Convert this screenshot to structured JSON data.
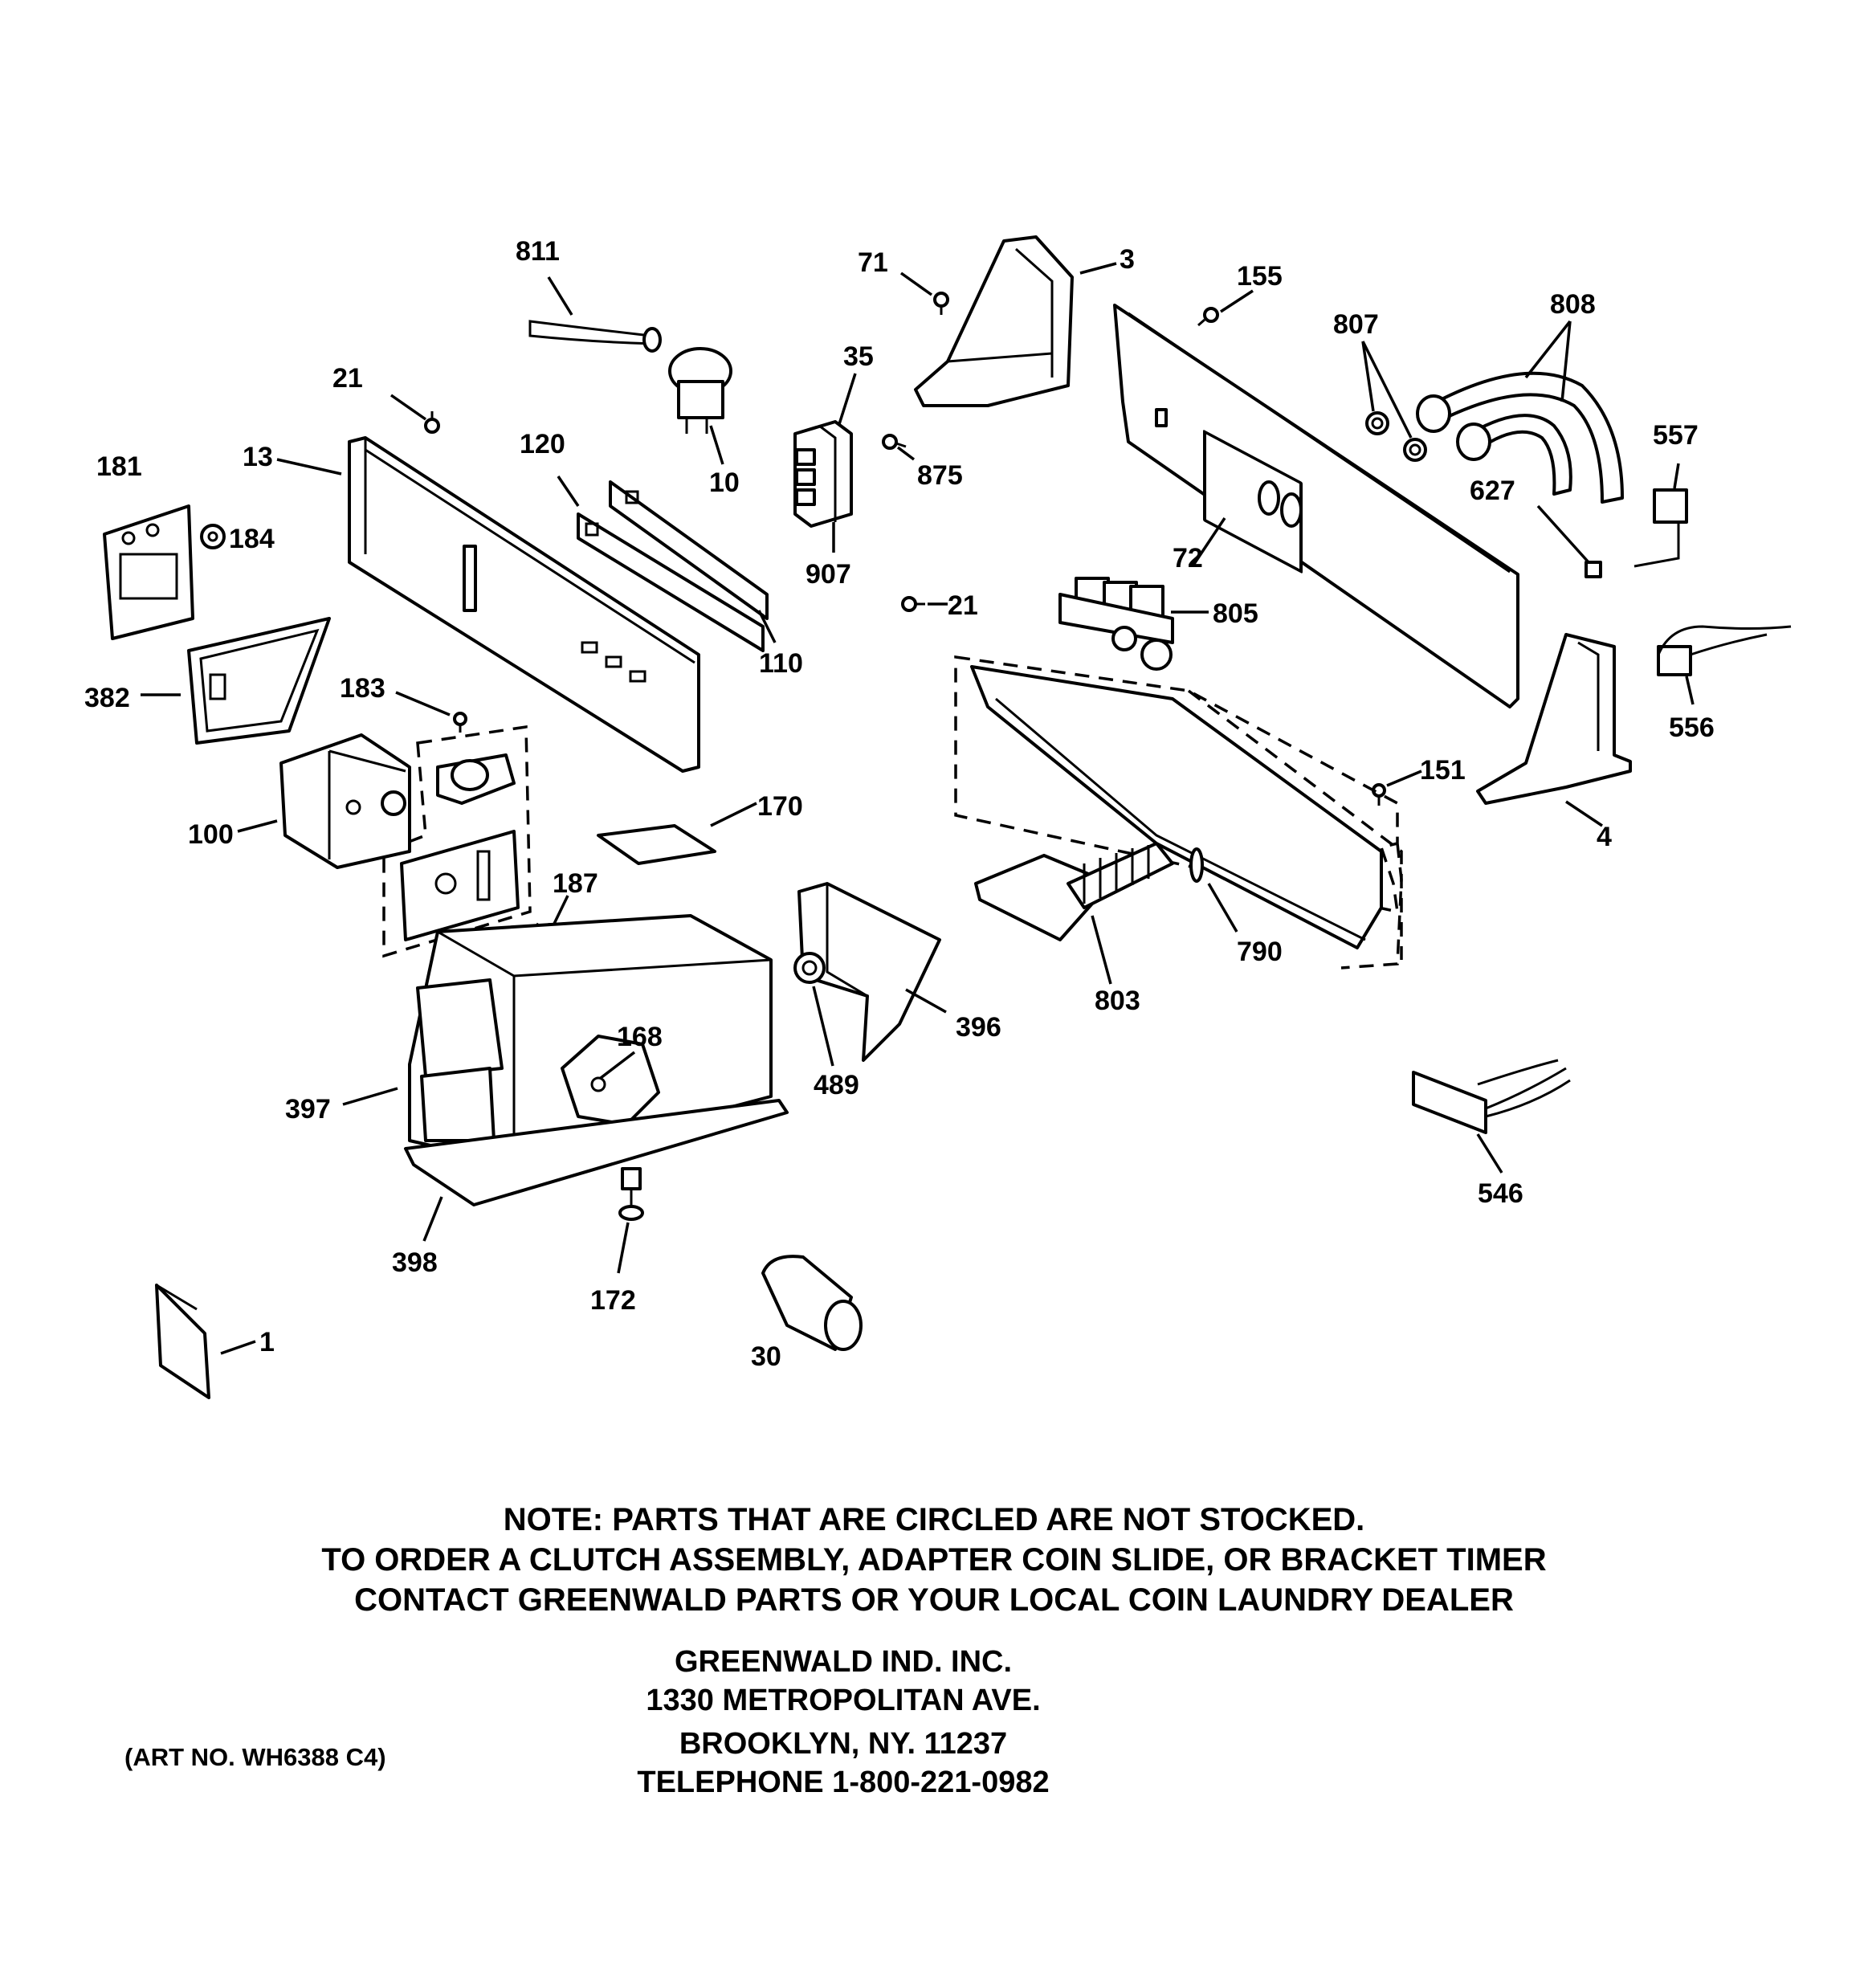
{
  "labels": {
    "p811": "811",
    "p71": "71",
    "p3": "3",
    "p155": "155",
    "p807": "807",
    "p808": "808",
    "p21a": "21",
    "p35": "35",
    "p557": "557",
    "p181": "181",
    "p13": "13",
    "p120": "120",
    "p10": "10",
    "p875": "875",
    "p627": "627",
    "p184": "184",
    "p72": "72",
    "p907": "907",
    "p21b": "21",
    "p805": "805",
    "p110": "110",
    "p382": "382",
    "p183": "183",
    "p556": "556",
    "p151": "151",
    "p170": "170",
    "p4": "4",
    "p100": "100",
    "p187": "187",
    "p790": "790",
    "p803": "803",
    "p168": "168",
    "p396": "396",
    "p489": "489",
    "p397": "397",
    "p546": "546",
    "p398": "398",
    "p172": "172",
    "p1": "1",
    "p30": "30"
  },
  "note": {
    "line1": "NOTE: PARTS THAT ARE CIRCLED ARE NOT STOCKED.",
    "line2": "TO ORDER A CLUTCH ASSEMBLY, ADAPTER COIN SLIDE, OR BRACKET TIMER",
    "line3": "CONTACT GREENWALD PARTS OR YOUR LOCAL COIN LAUNDRY DEALER"
  },
  "address": {
    "company": "GREENWALD IND. INC.",
    "street": "1330 METROPOLITAN AVE.",
    "city": "BROOKLYN, NY. 11237",
    "phone": "TELEPHONE 1-800-221-0982"
  },
  "art_number": "(ART NO. WH6388 C4)"
}
